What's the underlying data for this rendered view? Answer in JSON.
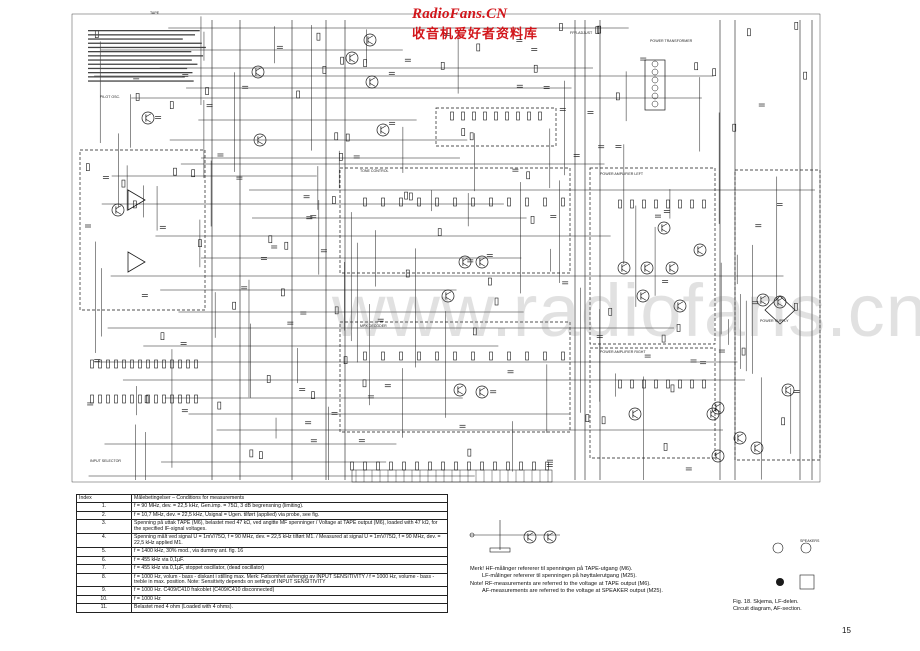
{
  "watermark": {
    "site": "RadioFans.CN",
    "chinese": "收音机爱好者资料库",
    "big": "www.radiofans.cn"
  },
  "conditions_table": {
    "headers": [
      "Index",
      "Målebetingelser – Conditions for measurements"
    ],
    "rows": [
      [
        "1.",
        "f = 90 MHz, dev. = 22,5 kHz, Gen.imp. = 75Ω, 3 dB begrensning (limiting)."
      ],
      [
        "2.",
        "f = 10,7 MHz, dev. = 22,5 kHz, Usignal = Ugen. tilført (applied) via probe, see fig."
      ],
      [
        "3.",
        "Spenning på uttak TAPE (M6), belastet med 47 kΩ, ved angitte MF spenninger / Voltage at TAPE output (M6), loaded with 47 kΩ, for the specified IF-signal voltages."
      ],
      [
        "4.",
        "Spenning målt ved signal U = 1mV/75Ω, f = 90 MHz, dev. = 22,5 kHz tilført M1. / Measured at signal U = 1mV/75Ω, f = 90 MHz, dev. = 22,5 kHz applied M1."
      ],
      [
        "5.",
        "f = 1400 kHz, 30% mod., via dummy ant. fig. 16"
      ],
      [
        "6.",
        "f = 455 kHz via 0,1µF."
      ],
      [
        "7.",
        "f = 455 kHz via 0,1µF, stoppet oscillator, (dead oscillator)"
      ],
      [
        "8.",
        "f = 1000 Hz, volum - bass - diskant i stilling max. Merk: Følsomhet avhengig av INPUT SENSITIVITY / f = 1000 Hz, volume - bass - treble in max. position. Note: Sensitivity depends on setting of INPUT SENSITIVITY"
      ],
      [
        "9.",
        "f = 1000 Hz. C409/C410 frakoblet (C409/C410 disconnected)"
      ],
      [
        "10.",
        "f = 1000 Hz"
      ],
      [
        "11.",
        "Belastet med 4 ohm (Loaded with 4 ohms)."
      ]
    ]
  },
  "notes": [
    "Merk! HF-målinger refererer til spenningen på TAPE-utgang (M6).",
    "LF-målinger refererer til spenningen på høyttalerutgang (M25).",
    "Note! RF-measurements are referred to the voltage at TAPE output (M6).",
    "AF-measurements are referred to the voltage at SPEAKER output (M25)."
  ],
  "caption": {
    "line1": "Fig. 18. Skjema, LF-delen.",
    "line2": "Circuit diagram, AF-section."
  },
  "page_number": "15",
  "labels": {
    "ffr_adjust": "FFR-ADJUST",
    "power_transformer": "POWER TRANSFORMER",
    "pilot_osc": "PILOT OSC.",
    "input_sel": "INPUT SELECTOR",
    "tone_ctrl": "TONE CONTROL",
    "power_amp_left": "POWER AMPLIFIER LEFT",
    "power_amp_right": "POWER AMPLIFIER RIGHT",
    "power_supply": "POWER SUPPLY",
    "speakers": "SPEAKERS",
    "tape": "TAPE",
    "mpx": "MPX DECODER"
  },
  "colors": {
    "ink": "#1a1a1a",
    "watermark_red": "#d2161b"
  }
}
